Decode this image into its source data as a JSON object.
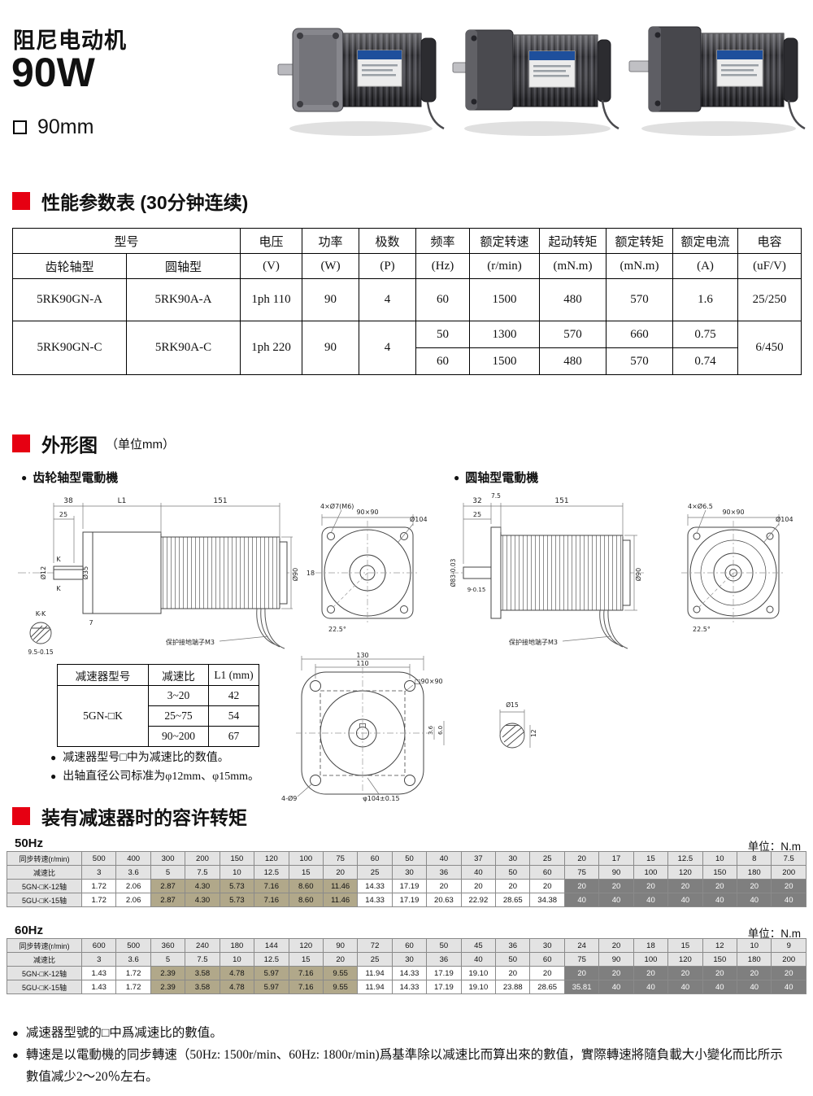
{
  "ui": {
    "bullet": "●"
  },
  "header": {
    "title": "阻尼电动机",
    "power": "90W",
    "size_label": "90mm"
  },
  "sections": {
    "spec": "性能参数表 (30分钟连续)",
    "outline": "外形图",
    "outline_unit": "（单位mm）",
    "torque": "装有减速器时的容许转矩"
  },
  "spec_table": {
    "header": {
      "model": "型号",
      "gear_type": "齿轮轴型",
      "round_type": "圆轴型",
      "cols": [
        {
          "name": "电压",
          "unit": "(V)"
        },
        {
          "name": "功率",
          "unit": "(W)"
        },
        {
          "name": "极数",
          "unit": "(P)"
        },
        {
          "name": "频率",
          "unit": "(Hz)"
        },
        {
          "name": "额定转速",
          "unit": "(r/min)"
        },
        {
          "name": "起动转矩",
          "unit": "(mN.m)"
        },
        {
          "name": "额定转矩",
          "unit": "(mN.m)"
        },
        {
          "name": "额定电流",
          "unit": "(A)"
        },
        {
          "name": "电容",
          "unit": "(uF/V)"
        }
      ]
    },
    "rows": [
      {
        "gear": "5RK90GN-A",
        "round": "5RK90A-A",
        "voltage": "1ph 110",
        "power": "90",
        "poles": "4",
        "cap": "25/250",
        "sub": [
          {
            "hz": "60",
            "speed": "1500",
            "start_torque": "480",
            "rated_torque": "570",
            "current": "1.6"
          }
        ]
      },
      {
        "gear": "5RK90GN-C",
        "round": "5RK90A-C",
        "voltage": "1ph 220",
        "power": "90",
        "poles": "4",
        "cap": "6/450",
        "sub": [
          {
            "hz": "50",
            "speed": "1300",
            "start_torque": "570",
            "rated_torque": "660",
            "current": "0.75"
          },
          {
            "hz": "60",
            "speed": "1500",
            "start_torque": "480",
            "rated_torque": "570",
            "current": "0.74"
          }
        ]
      }
    ]
  },
  "outline": {
    "gear_label": "齿轮轴型電動機",
    "round_label": "圆轴型電動機",
    "gear_dims": {
      "d38": "38",
      "dL1": "L1",
      "d151": "151",
      "d25": "25",
      "d12": "Ø12",
      "d35": "Ø35",
      "k1": "K",
      "k2": "K",
      "kk": "K-K",
      "d7": "7",
      "d95": "9.5-0.15",
      "d90": "Ø90",
      "sq": "90×90",
      "holes": "4×Ø7(M6)",
      "d104": "Ø104",
      "d18": "18",
      "ang": "22.5°",
      "ground": "保护接地端子M3"
    },
    "round_dims": {
      "d32": "32",
      "d75": "7.5",
      "d151": "151",
      "d83": "Ø83-0.03",
      "d25": "25",
      "d9": "9-0.15",
      "d90": "Ø90",
      "sq": "90×90",
      "holes": "4×Ø6.5",
      "d104": "Ø104",
      "ang": "22.5°",
      "ground": "保护接地端子M3"
    },
    "flange_dims": {
      "d130": "130",
      "d110": "110",
      "sq": "□90×90",
      "holes": "4-Ø9",
      "d104": "φ104±0.15",
      "d36": "3.6",
      "d60": "6.0",
      "d15": "Ø15",
      "d12": "12"
    },
    "gearbox_table": {
      "headers": [
        "减速器型号",
        "减速比",
        "L1 (mm)"
      ],
      "model": "5GN-□K",
      "rows": [
        [
          "3~20",
          "42"
        ],
        [
          "25~75",
          "54"
        ],
        [
          "90~200",
          "67"
        ]
      ]
    },
    "notes": [
      "减速器型号□中为减速比的数值。",
      "出轴直径公司标准为φ12mm、φ15mm。"
    ]
  },
  "torque_tables": [
    {
      "freq_label": "50Hz",
      "unit_label": "单位：N.m",
      "row_headers": [
        "同步转速(r/min)",
        "减速比"
      ],
      "speeds": [
        "500",
        "400",
        "300",
        "200",
        "150",
        "120",
        "100",
        "75",
        "60",
        "50",
        "40",
        "37",
        "30",
        "25",
        "20",
        "17",
        "15",
        "12.5",
        "10",
        "8",
        "7.5"
      ],
      "ratios": [
        "3",
        "3.6",
        "5",
        "7.5",
        "10",
        "12.5",
        "15",
        "20",
        "25",
        "30",
        "36",
        "40",
        "50",
        "60",
        "75",
        "90",
        "100",
        "120",
        "150",
        "180",
        "200"
      ],
      "rows": [
        {
          "label": "5GN-□K-12轴",
          "values": [
            "1.72",
            "2.06",
            "2.87",
            "4.30",
            "5.73",
            "7.16",
            "8.60",
            "11.46",
            "14.33",
            "17.19",
            "20",
            "20",
            "20",
            "20",
            "20",
            "20",
            "20",
            "20",
            "20",
            "20",
            "20"
          ]
        },
        {
          "label": "5GU-□K-15轴",
          "values": [
            "1.72",
            "2.06",
            "2.87",
            "4.30",
            "5.73",
            "7.16",
            "8.60",
            "11.46",
            "14.33",
            "17.19",
            "20.63",
            "22.92",
            "28.65",
            "34.38",
            "40",
            "40",
            "40",
            "40",
            "40",
            "40",
            "40"
          ]
        }
      ],
      "highlight_cols": [
        2,
        7
      ],
      "dark_from": 14
    },
    {
      "freq_label": "60Hz",
      "unit_label": "单位：N.m",
      "row_headers": [
        "同步转速(r/min)",
        "减速比"
      ],
      "speeds": [
        "600",
        "500",
        "360",
        "240",
        "180",
        "144",
        "120",
        "90",
        "72",
        "60",
        "50",
        "45",
        "36",
        "30",
        "24",
        "20",
        "18",
        "15",
        "12",
        "10",
        "9"
      ],
      "ratios": [
        "3",
        "3.6",
        "5",
        "7.5",
        "10",
        "12.5",
        "15",
        "20",
        "25",
        "30",
        "36",
        "40",
        "50",
        "60",
        "75",
        "90",
        "100",
        "120",
        "150",
        "180",
        "200"
      ],
      "rows": [
        {
          "label": "5GN-□K-12轴",
          "values": [
            "1.43",
            "1.72",
            "2.39",
            "3.58",
            "4.78",
            "5.97",
            "7.16",
            "9.55",
            "11.94",
            "14.33",
            "17.19",
            "19.10",
            "20",
            "20",
            "20",
            "20",
            "20",
            "20",
            "20",
            "20",
            "20"
          ]
        },
        {
          "label": "5GU-□K-15轴",
          "values": [
            "1.43",
            "1.72",
            "2.39",
            "3.58",
            "4.78",
            "5.97",
            "7.16",
            "9.55",
            "11.94",
            "14.33",
            "17.19",
            "19.10",
            "23.88",
            "28.65",
            "35.81",
            "40",
            "40",
            "40",
            "40",
            "40",
            "40"
          ]
        }
      ],
      "highlight_cols": [
        2,
        7
      ],
      "dark_from": 14
    }
  ],
  "footer_notes": [
    "减速器型號的□中爲减速比的數值。",
    "轉速是以電動機的同步轉速（50Hz: 1500r/min、60Hz: 1800r/min)爲基準除以减速比而算出來的數值，實際轉速將隨負載大小變化而比所示數值减少2～20％左右。"
  ]
}
